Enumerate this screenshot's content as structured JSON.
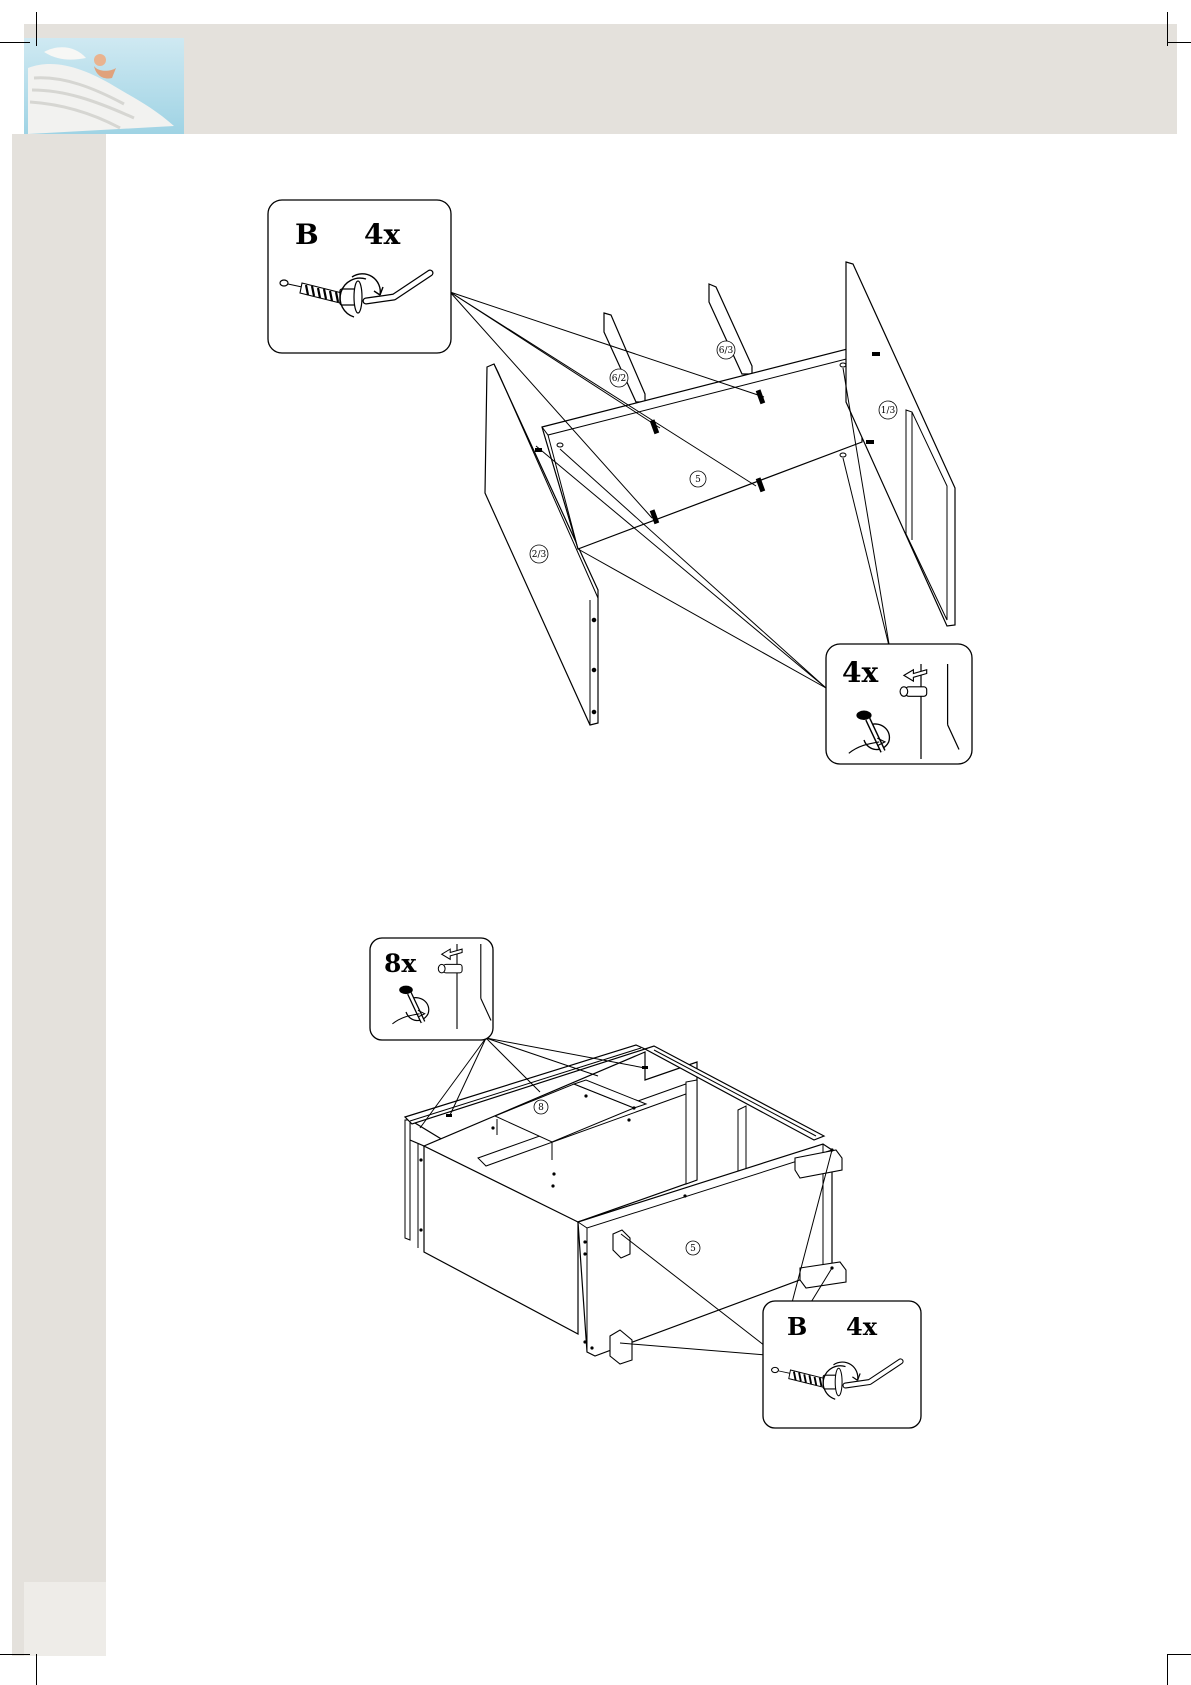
{
  "brand": {
    "logo_icon": "angel-wing-logo-icon"
  },
  "step1": {
    "callout_b": {
      "letter": "B",
      "count": "4x",
      "icon": "cam-bolt-and-hex-key-icon"
    },
    "callout_dowel": {
      "count": "4x",
      "icon": "dowel-and-cam-lock-icon"
    },
    "part_labels": [
      "6/2",
      "6/3",
      "1/3",
      "5",
      "2/3"
    ]
  },
  "step2": {
    "callout_dowel": {
      "count": "8x",
      "icon": "dowel-and-cam-lock-icon"
    },
    "callout_b": {
      "letter": "B",
      "count": "4x",
      "icon": "cam-bolt-and-hex-key-icon"
    },
    "part_labels": [
      "8",
      "5"
    ]
  }
}
